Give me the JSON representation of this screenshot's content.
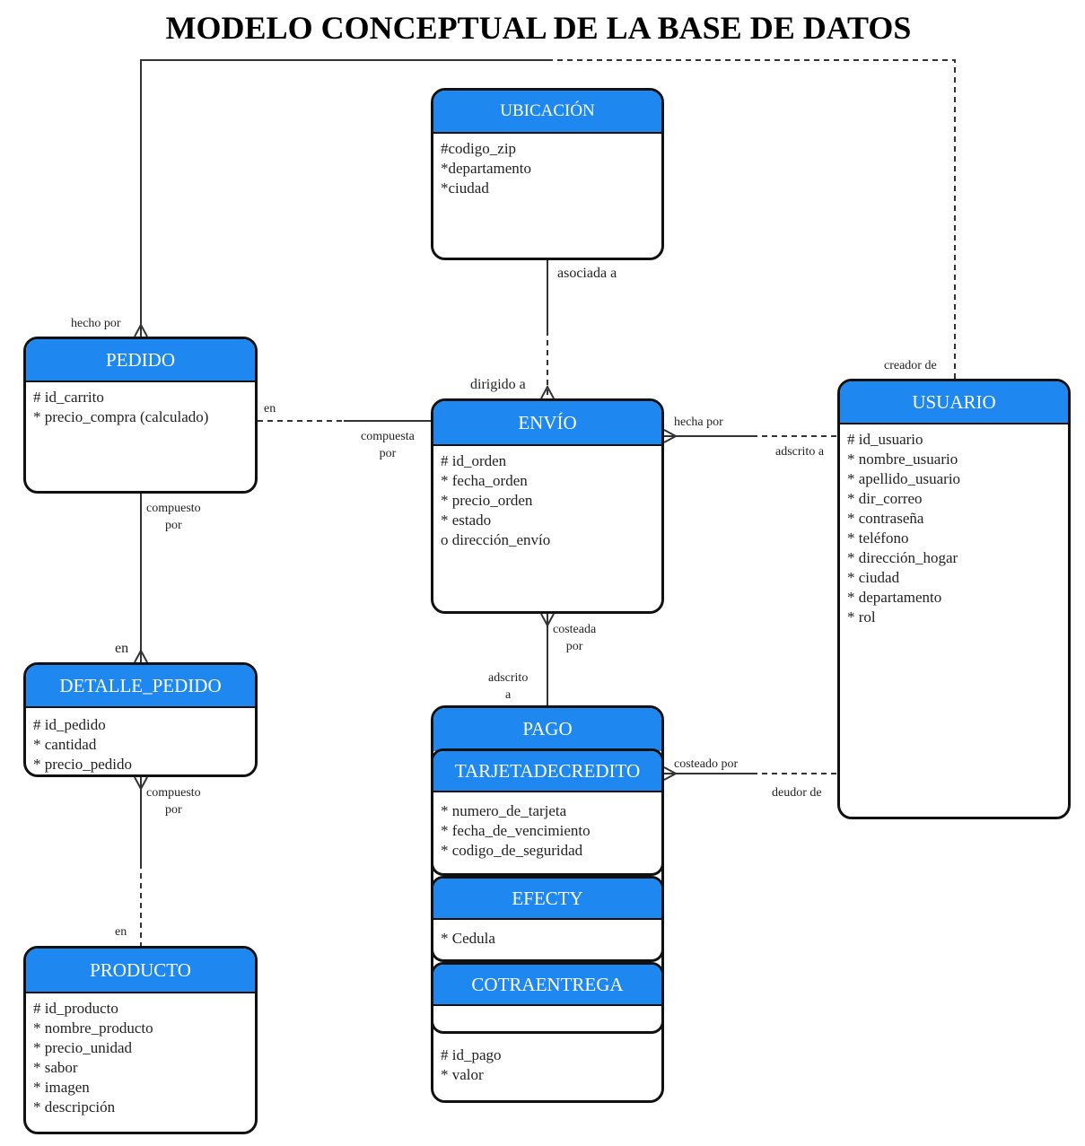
{
  "title": "MODELO CONCEPTUAL DE LA BASE DE DATOS",
  "entities": {
    "ubicacion": {
      "name": "UBICACIÓN",
      "attributes": [
        "#codigo_zip",
        "*departamento",
        "*ciudad"
      ]
    },
    "pedido": {
      "name": "PEDIDO",
      "attributes": [
        "# id_carrito",
        "* precio_compra (calculado)"
      ]
    },
    "envio": {
      "name": "ENVÍO",
      "attributes": [
        "# id_orden",
        "* fecha_orden",
        "* precio_orden",
        "* estado",
        "o dirección_envío"
      ]
    },
    "usuario": {
      "name": "USUARIO",
      "attributes": [
        "# id_usuario",
        "* nombre_usuario",
        "* apellido_usuario",
        "* dir_correo",
        "* contraseña",
        "* teléfono",
        "* dirección_hogar",
        "* ciudad",
        "* departamento",
        "* rol"
      ]
    },
    "detalle_pedido": {
      "name": "DETALLE_PEDIDO",
      "attributes": [
        "# id_pedido",
        "* cantidad",
        "* precio_pedido"
      ]
    },
    "producto": {
      "name": "PRODUCTO",
      "attributes": [
        "# id_producto",
        "* nombre_producto",
        "* precio_unidad",
        "* sabor",
        "* imagen",
        "* descripción"
      ]
    },
    "pago": {
      "name": "PAGO",
      "attributes": [
        "# id_pago",
        "* valor"
      ],
      "subtypes": {
        "tarjeta": {
          "name": "TARJETADECREDITO",
          "attributes": [
            "* numero_de_tarjeta",
            "* fecha_de_vencimiento",
            "* codigo_de_seguridad"
          ]
        },
        "efecty": {
          "name": "EFECTY",
          "attributes": [
            "* Cedula"
          ]
        },
        "contraentrega": {
          "name": "COTRAENTREGA",
          "attributes": []
        }
      }
    }
  },
  "labels": {
    "hecho_por": "hecho por",
    "creador_de": "creador de",
    "asociada_a": "asociada a",
    "dirigido_a": "dirigido a",
    "en_pedido": "en",
    "compuesta_por": "compuesta\npor",
    "hecha_por": "hecha por",
    "adscrito_a_usuario": "adscrito a",
    "compuesto_por_pedido": "compuesto\npor",
    "en_detalle": "en",
    "costeada_por": "costeada\npor",
    "adscrito_a_pago": "adscrito\na",
    "costeado_por": "costeado por",
    "deudor_de": "deudor de",
    "compuesto_por_detalle": "compuesto\npor",
    "en_producto": "en"
  }
}
